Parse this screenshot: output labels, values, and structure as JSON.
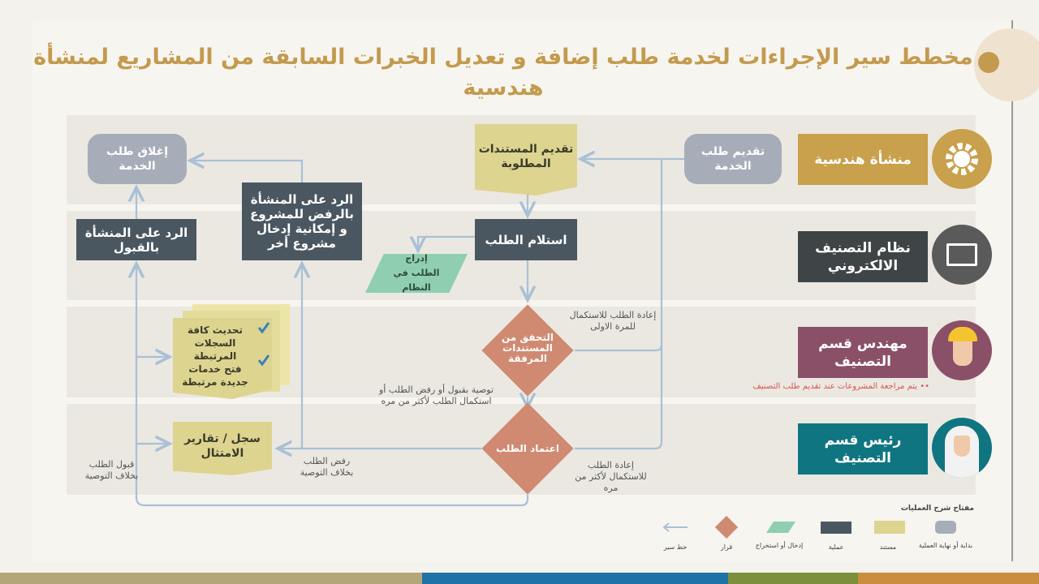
{
  "title": "مخطط سير الإجراءات لخدمة  طلب إضافة و تعديل الخبرات السابقة من المشاريع لمنشأة هندسية",
  "lanes": [
    {
      "label": "منشأة هندسية",
      "icon": "engineer-gear-icon",
      "color": "#c9a04b"
    },
    {
      "label": "نظام التصنيف الالكتروني",
      "icon": "computer-monitor-icon",
      "color": "#3f4446"
    },
    {
      "label": "مهندس قسم التصنيف",
      "icon": "hard-hat-worker-icon",
      "color": "#8a5068"
    },
    {
      "label": "رئيس قسم التصنيف",
      "icon": "saudi-official-icon",
      "color": "#0f7581"
    }
  ],
  "lane_note": "•• يتم مراجعة المشروعات عند تقديم طلب التصنيف",
  "nodes": {
    "submit_request": "تقديم طلب الخدمة",
    "submit_documents": "تقديم المستندات المطلوبة",
    "close_request": "إغلاق طلب الخدمة",
    "reply_reject": "الرد على المنشأة بالرفض للمشروع و إمكانية إدخال مشروع أخر",
    "reply_accept": "الرد على المنشأة بالقبول",
    "receive_request": "استلام الطلب",
    "insert_request": "إدراج الطلب في النظام",
    "verify_documents": "التحقق من المستندات المرفقة",
    "approve_request": "اعتماد الطلب",
    "update_records": "تحديث كافة السجلات المرتبطة",
    "open_services": "فتح خدمات جديدة مرتبطة",
    "compliance_reports": "سجل / تقارير الامتثال"
  },
  "edge_labels": {
    "return_first": "إعادة الطلب للاستكمال للمرة الاولى",
    "recommend": "توصية بقبول أو رفض الطلب أو استكمال الطلب لأكثر من مره",
    "return_more": "إعادة الطلب للاستكمال لأكثر من مره",
    "reject_against": "رفض الطلب بخلاف التوصية",
    "accept_against": "قبول الطلب بخلاف التوصية"
  },
  "legend": {
    "title": "مفتاح شرح العمليات",
    "items": [
      "بداية أو نهاية العملية",
      "مستند",
      "عملية",
      "إدخال أو استخراج",
      "قرار",
      "خط سير"
    ]
  },
  "colors": {
    "accent": "#c39a4e",
    "line": "#a9c0d6",
    "decision": "#d08a72",
    "document": "#ddd48f",
    "process": "#4b5760",
    "terminal": "#a6adb8",
    "io": "#8fcfb0"
  }
}
